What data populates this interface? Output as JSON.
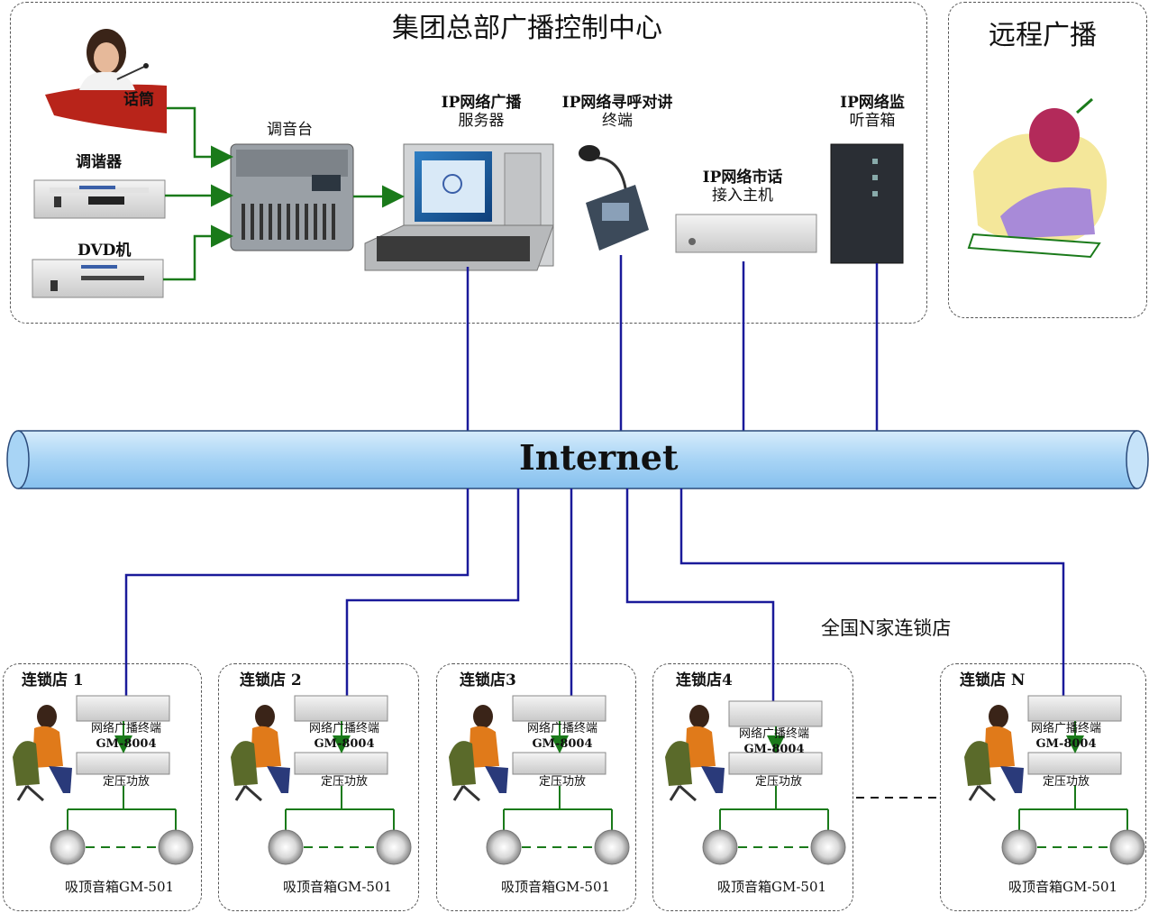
{
  "hq": {
    "title": "集团总部广播控制中心",
    "microphone_label": "话筒",
    "tuner_label": "调谐器",
    "dvd_label": "DVD机",
    "mixer_label": "调音台",
    "server_label_line1": "IP网络广播",
    "server_label_line2": "服务器",
    "intercom_label_line1": "IP网络寻呼对讲",
    "intercom_label_line2": "终端",
    "phone_gateway_label_line1": "IP网络市话",
    "phone_gateway_label_line2": "接入主机",
    "monitor_label_line1": "IP网络监",
    "monitor_label_line2": "听音箱"
  },
  "remote": {
    "title": "远程广播"
  },
  "network": {
    "label": "Internet"
  },
  "chain_note": "全国N家连锁店",
  "stores": [
    {
      "title": "连锁店 1",
      "terminal_label": "网络广播终端",
      "terminal_model": "GM-8004",
      "amp_label": "定压功放",
      "speaker_label": "吸顶音箱GM-501"
    },
    {
      "title": "连锁店 2",
      "terminal_label": "网络广播终端",
      "terminal_model": "GM-8004",
      "amp_label": "定压功放",
      "speaker_label": "吸顶音箱GM-501"
    },
    {
      "title": "连锁店3",
      "terminal_label": "网络广播终端",
      "terminal_model": "GM-8004",
      "amp_label": "定压功放",
      "speaker_label": "吸顶音箱GM-501"
    },
    {
      "title": "连锁店4",
      "terminal_label": "网络广播终端",
      "terminal_model": "GM-8004",
      "amp_label": "定压功放",
      "speaker_label": "吸顶音箱GM-501"
    },
    {
      "title": "连锁店 N",
      "terminal_label": "网络广播终端",
      "terminal_model": "GM-8004",
      "amp_label": "定压功放",
      "speaker_label": "吸顶音箱GM-501"
    }
  ],
  "colors": {
    "network_line": "#1a1a9a",
    "audio_line": "#1a7a1a",
    "pipe_fill": "#a8d4f5",
    "pipe_stroke": "#2a4a7a"
  }
}
